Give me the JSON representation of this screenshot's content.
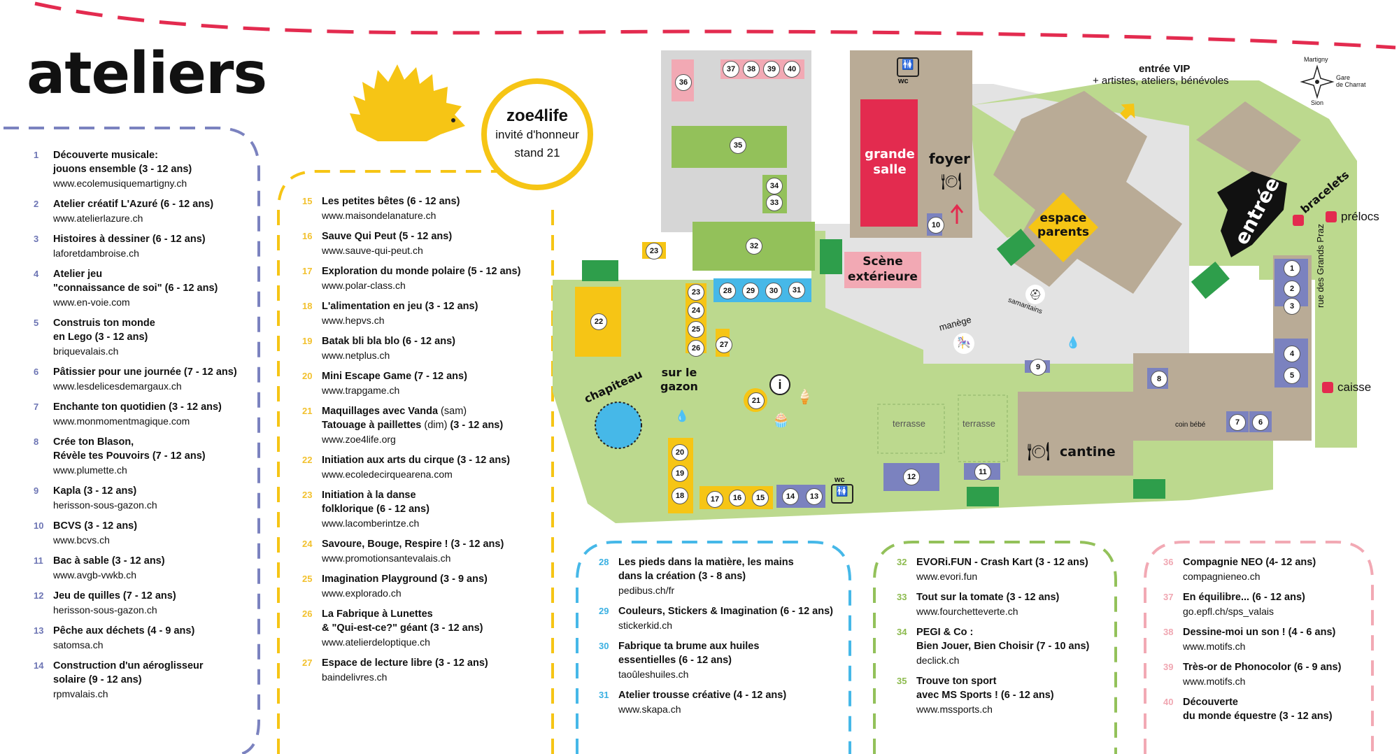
{
  "title": "ateliers",
  "guest": {
    "name": "zoe4life",
    "line1": "invité d'honneur",
    "line2": "stand 21"
  },
  "colors": {
    "purple": "#7b82bf",
    "yellow": "#f6c515",
    "blue": "#46b8e8",
    "green": "#93c15a",
    "pink": "#f2a9b4",
    "red": "#e32b4f",
    "map_green": "#bcd98e",
    "map_tan": "#b9ab96",
    "map_gray": "#e3e3e3"
  },
  "column1": [
    {
      "num": "1",
      "name": "Découverte musicale:",
      "name2": "jouons ensemble (3 - 12 ans)",
      "url": "www.ecolemusiquemartigny.ch"
    },
    {
      "num": "2",
      "name": "Atelier créatif L'Azuré (6 - 12 ans)",
      "url": "www.atelierlazure.ch"
    },
    {
      "num": "3",
      "name": "Histoires à dessiner (6 - 12 ans)",
      "url": "laforetdambroise.ch"
    },
    {
      "num": "4",
      "name": "Atelier jeu",
      "name2": "\"connaissance de soi\" (6 - 12 ans)",
      "url": "www.en-voie.com"
    },
    {
      "num": "5",
      "name": "Construis ton monde",
      "name2": "en Lego  (3 - 12 ans)",
      "url": "briquevalais.ch"
    },
    {
      "num": "6",
      "name": "Pâtissier pour une journée (7 - 12 ans)",
      "url": "www.lesdelicesdemargaux.ch"
    },
    {
      "num": "7",
      "name": "Enchante ton quotidien (3 - 12 ans)",
      "url": "www.monmomentmagique.com"
    },
    {
      "num": "8",
      "name": "Crée ton Blason,",
      "name2": "Révèle tes Pouvoirs (7 - 12 ans)",
      "url": "www.plumette.ch"
    },
    {
      "num": "9",
      "name": "Kapla (3 - 12 ans)",
      "url": "herisson-sous-gazon.ch"
    },
    {
      "num": "10",
      "name": "BCVS (3 - 12 ans)",
      "url": "www.bcvs.ch"
    },
    {
      "num": "11",
      "name": "Bac à sable (3 - 12 ans)",
      "url": "www.avgb-vwkb.ch"
    },
    {
      "num": "12",
      "name": "Jeu de quilles (7 - 12 ans)",
      "url": "herisson-sous-gazon.ch"
    },
    {
      "num": "13",
      "name": "Pêche aux déchets (4 - 9 ans)",
      "url": "satomsa.ch"
    },
    {
      "num": "14",
      "name": "Construction d'un aéroglisseur",
      "name2": "solaire (9 - 12 ans)",
      "url": "rpmvalais.ch"
    }
  ],
  "column2": [
    {
      "num": "15",
      "name": "Les petites bêtes (6 - 12 ans)",
      "url": "www.maisondelanature.ch"
    },
    {
      "num": "16",
      "name": "Sauve Qui Peut (5 - 12 ans)",
      "url": "www.sauve-qui-peut.ch"
    },
    {
      "num": "17",
      "name": "Exploration du monde polaire (5 - 12 ans)",
      "url": "www.polar-class.ch"
    },
    {
      "num": "18",
      "name": "L'alimentation en jeu (3 - 12 ans)",
      "url": "www.hepvs.ch"
    },
    {
      "num": "19",
      "name": "Batak bli bla blo (6 - 12 ans)",
      "url": "www.netplus.ch"
    },
    {
      "num": "20",
      "name": "Mini Escape Game (7 - 12 ans)",
      "url": "www.trapgame.ch"
    },
    {
      "num": "21",
      "name": "Maquillages avec Vanda",
      "note": " (sam)",
      "name2": "Tatouage à paillettes",
      "note2": " (dim)",
      "name2b": " (3 - 12 ans)",
      "url": "www.zoe4life.org"
    },
    {
      "num": "22",
      "name": "Initiation aux arts du cirque (3 - 12 ans)",
      "url": "www.ecoledecirquearena.com"
    },
    {
      "num": "23",
      "name": "Initiation à la danse",
      "name2": "folklorique (6 - 12 ans)",
      "url": "www.lacomberintze.ch"
    },
    {
      "num": "24",
      "name": "Savoure, Bouge, Respire ! (3 - 12 ans)",
      "url": "www.promotionsantevalais.ch"
    },
    {
      "num": "25",
      "name": "Imagination Playground (3 - 9 ans)",
      "url": "www.explorado.ch"
    },
    {
      "num": "26",
      "name": "La Fabrique à Lunettes",
      "name2": "& \"Qui-est-ce?\" géant (3 - 12 ans)",
      "url": "www.atelierdeloptique.ch"
    },
    {
      "num": "27",
      "name": "Espace de lecture libre (3 - 12 ans)",
      "url": "baindelivres.ch"
    }
  ],
  "column3": [
    {
      "num": "28",
      "name": "Les pieds dans la matière, les mains",
      "name2": "dans la création (3 - 8 ans)",
      "url": "pedibus.ch/fr"
    },
    {
      "num": "29",
      "name": "Couleurs, Stickers & Imagination (6 - 12 ans)",
      "url": "stickerkid.ch"
    },
    {
      "num": "30",
      "name": "Fabrique ta brume aux huiles",
      "name2": "essentielles (6 - 12 ans)",
      "url": "taoûleshuiles.ch"
    },
    {
      "num": "31",
      "name": "Atelier trousse créative (4 - 12 ans)",
      "url": "www.skapa.ch"
    }
  ],
  "column4": [
    {
      "num": "32",
      "name": "EVORi.FUN - Crash Kart (3 - 12 ans)",
      "url": "www.evori.fun"
    },
    {
      "num": "33",
      "name": "Tout sur la tomate (3 - 12 ans)",
      "url": "www.fourchetteverte.ch"
    },
    {
      "num": "34",
      "name": "PEGI & Co :",
      "name2": "Bien Jouer, Bien Choisir (7 - 10 ans)",
      "url": "declick.ch"
    },
    {
      "num": "35",
      "name": "Trouve ton sport",
      "name2": "avec MS Sports ! (6 - 12 ans)",
      "url": "www.mssports.ch"
    }
  ],
  "column5": [
    {
      "num": "36",
      "name": "Compagnie NEO (4- 12 ans)",
      "url": "compagnieneo.ch"
    },
    {
      "num": "37",
      "name": "En équilibre... (6 - 12 ans)",
      "url": "go.epfl.ch/sps_valais"
    },
    {
      "num": "38",
      "name": "Dessine-moi un son ! (4 - 6 ans)",
      "url": "www.motifs.ch"
    },
    {
      "num": "39",
      "name": "Très-or de Phonocolor (6 - 9 ans)",
      "url": "www.motifs.ch"
    },
    {
      "num": "40",
      "name": "Découverte",
      "name2": "du monde équestre (3 - 12 ans)",
      "url": ""
    }
  ],
  "map": {
    "entree_vip": "entrée VIP",
    "entree_vip_sub": "+ artistes, ateliers, bénévoles",
    "grande_salle_1": "grande",
    "grande_salle_2": "salle",
    "foyer": "foyer",
    "espace_parents_1": "espace",
    "espace_parents_2": "parents",
    "scene_1": "Scène",
    "scene_2": "extérieure",
    "entree": "entrée",
    "bracelets": "bracelets",
    "prelocs": "prélocs",
    "caisse": "caisse",
    "cantine": "cantine",
    "terrasse1": "terrasse",
    "terrasse2": "terrasse",
    "chapiteau": "chapiteau",
    "sur_le_gazon_1": "sur le",
    "sur_le_gazon_2": "gazon",
    "manege": "manège",
    "samaritains": "samaritains",
    "coin_bebe": "coin bébé",
    "wc1": "wc",
    "wc2": "wc",
    "rue": "rue des Grands Praz",
    "compass_n": "Martigny",
    "compass_e1": "Gare",
    "compass_e2": "de Charrat",
    "compass_s": "Sion",
    "info": "i"
  },
  "stands": {
    "s1": "1",
    "s2": "2",
    "s3": "3",
    "s4": "4",
    "s5": "5",
    "s6": "6",
    "s7": "7",
    "s8": "8",
    "s9": "9",
    "s10": "10",
    "s11": "11",
    "s12": "12",
    "s13": "13",
    "s14": "14",
    "s15": "15",
    "s16": "16",
    "s17": "17",
    "s18": "18",
    "s19": "19",
    "s20": "20",
    "s21": "21",
    "s22": "22",
    "s23a": "23",
    "s23b": "23",
    "s24": "24",
    "s25": "25",
    "s26": "26",
    "s27": "27",
    "s28": "28",
    "s29": "29",
    "s30": "30",
    "s31": "31",
    "s32": "32",
    "s33": "33",
    "s34": "34",
    "s35": "35",
    "s36": "36",
    "s37": "37",
    "s38": "38",
    "s39": "39",
    "s40": "40"
  }
}
